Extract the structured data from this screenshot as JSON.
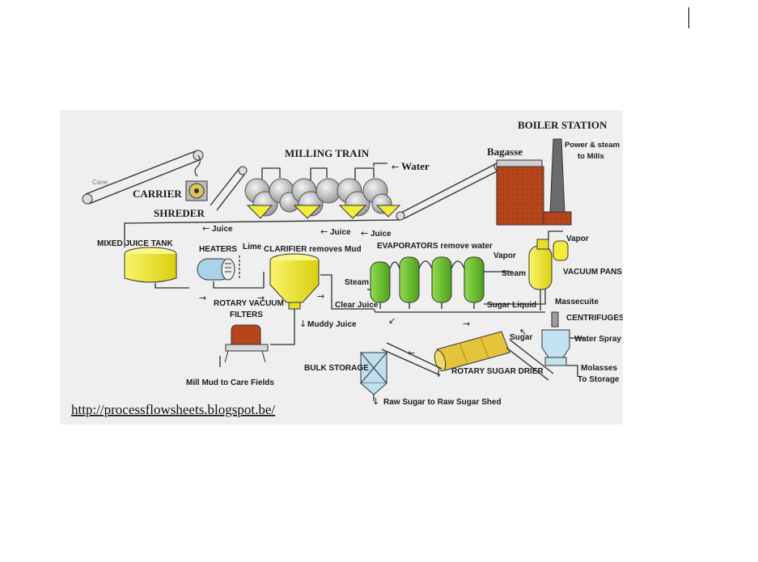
{
  "figure": {
    "labels": {
      "boiler_station": "BOILER STATION",
      "power_steam_line1": "Power & steam",
      "power_steam_line2": "to Mills",
      "milling_train": "MILLING TRAIN",
      "bagasse": "Bagasse",
      "water": "Water",
      "carrier": "CARRIER",
      "shreder": "SHREDER",
      "juice_main": "Juice",
      "juice_2": "Juice",
      "juice_3": "Juice",
      "mixed_juice_tank": "MIXED JUICE TANK",
      "heaters": "HEATERS",
      "lime": "Lime",
      "clarifier": "CLARIFIER removes Mud",
      "evaporators": "EVAPORATORS remove water",
      "vapor_1": "Vapor",
      "vapor_2": "Vapor",
      "steam_1": "Steam",
      "steam_2": "Steam",
      "vacuum_pans": "VACUUM PANS",
      "clear_juice": "Clear Juice",
      "sugar_liquid": "Sugar Liquid",
      "massecuite": "Massecuite",
      "rotary_vacuum_line1": "ROTARY VACUUM",
      "rotary_vacuum_line2": "FILTERS",
      "muddy_juice": "Muddy Juice",
      "centrifuges": "CENTRIFUGES",
      "sugar": "Sugar",
      "water_spray": "Water Spray",
      "bulk_storage": "BULK STORAGE",
      "rotary_sugar_drier": "ROTARY SUGAR DRIER",
      "molasses_line1": "Molasses",
      "molasses_line2": "To Storage",
      "mill_mud": "Mill Mud to Care Fields",
      "raw_sugar": "Raw Sugar to Raw Sugar Shed"
    },
    "source_url": "http://processflowsheets.blogspot.be/"
  },
  "colors": {
    "tank_yellow": "#f2ec3c",
    "evaporator_green": "#72c233",
    "boiler_brick": "#b5451b",
    "heater_blue": "#a9d3ea",
    "bulk_storage_blue": "#bfe0ee",
    "centrifuge_blue": "#c3e2ef",
    "roller_gray": "#cfcfcf"
  }
}
